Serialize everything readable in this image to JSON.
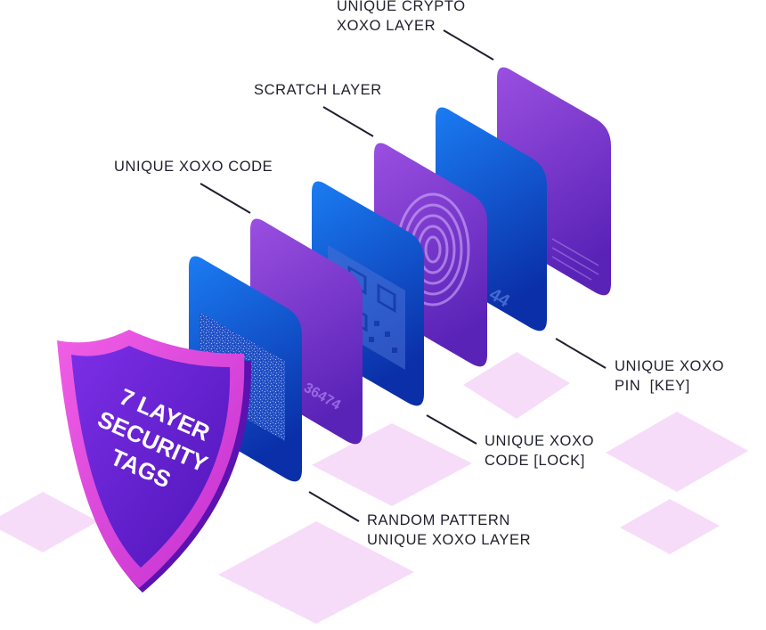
{
  "shield": {
    "lines": [
      "7 LAYER",
      "SECURITY",
      "TAGS"
    ]
  },
  "labels": {
    "crypto": [
      "UNIQUE CRYPTO",
      "XOXO LAYER"
    ],
    "scratch": [
      "SCRATCH LAYER"
    ],
    "code": [
      "UNIQUE XOXO CODE"
    ],
    "pin": [
      "UNIQUE XOXO",
      "PIN  [KEY]"
    ],
    "lock": [
      "UNIQUE XOXO",
      "CODE [LOCK]"
    ],
    "random": [
      "RANDOM PATTERN",
      "UNIQUE XOXO LAYER"
    ]
  },
  "card_text": {
    "code_number": "36474",
    "pin_number": "44"
  },
  "colors": {
    "blue_top": "#1b7cf2",
    "blue_bottom": "#0a2fa8",
    "purple_top": "#9a4fe0",
    "purple_bottom": "#5a23b8",
    "shield_pink": "#e145d8",
    "shield_purple": "#6e1fd6",
    "floor_tile": "#f6dcf8",
    "label_text": "#1f1f2e"
  }
}
